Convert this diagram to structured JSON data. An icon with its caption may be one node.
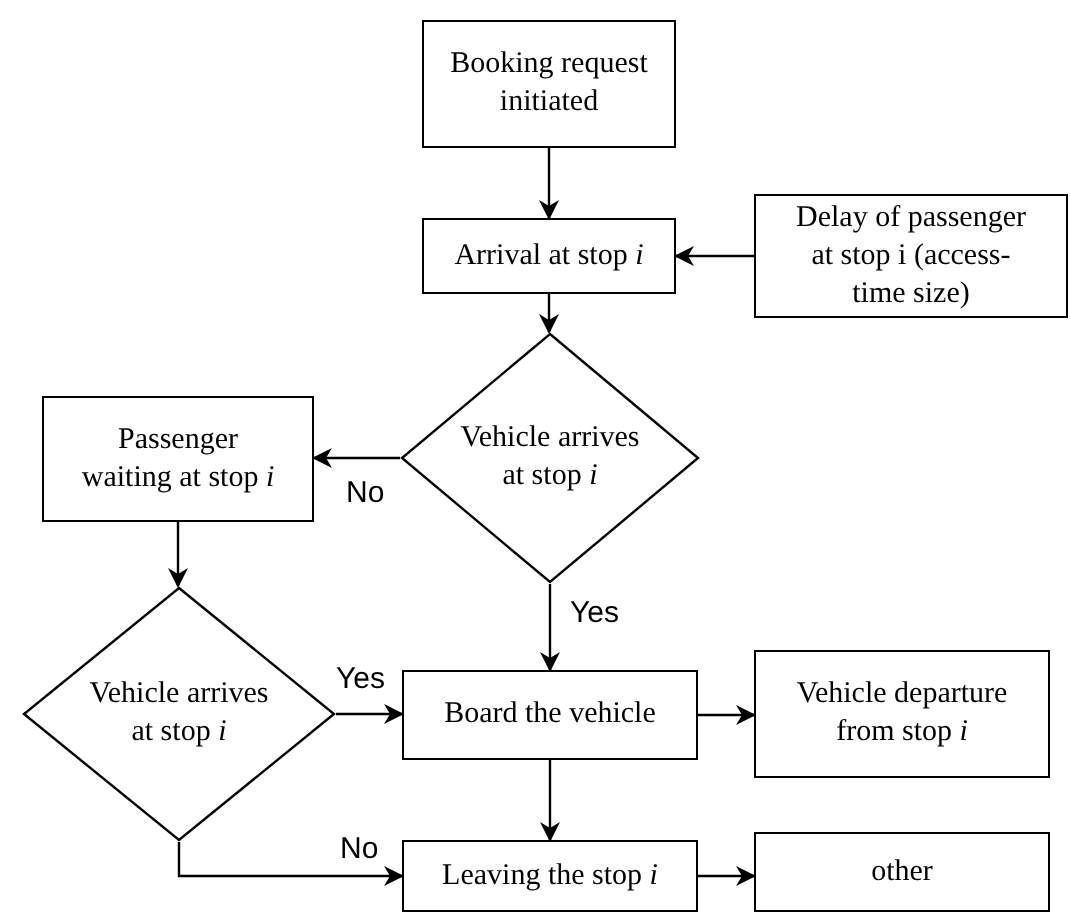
{
  "diagram": {
    "nodes": [
      {
        "text": [
          "Booking request initiated"
        ]
      },
      {
        "text": [
          "Arrival at stop *i*"
        ]
      },
      {
        "text": [
          "Delay of passenger at stop i (access-time size)"
        ]
      },
      {
        "text": [
          "Vehicle arrives at stop *i*"
        ]
      },
      {
        "text": [
          "Passenger waiting at stop *i*"
        ]
      },
      {
        "text": [
          "Vehicle arrives at stop *i*"
        ]
      },
      {
        "text": [
          "Board the vehicle"
        ]
      },
      {
        "text": [
          "Vehicle departure from stop *i*"
        ]
      },
      {
        "text": [
          "Leaving the stop *i*"
        ]
      },
      {
        "text": [
          "other"
        ]
      }
    ],
    "edges": [
      {
        "from": 0,
        "to": 1,
        "arrow": "to"
      },
      {
        "from": 2,
        "to": 1,
        "arrow": "to"
      },
      {
        "from": 1,
        "to": 3,
        "arrow": "to"
      },
      {
        "from": 3,
        "to": 4,
        "arrow": "to",
        "label": "No"
      },
      {
        "from": 3,
        "to": 6,
        "arrow": "to",
        "label": "Yes"
      },
      {
        "from": 4,
        "to": 5,
        "arrow": "to"
      },
      {
        "from": 5,
        "to": 6,
        "arrow": "to",
        "label": "Yes"
      },
      {
        "from": 6,
        "to": 7,
        "arrow": "to"
      },
      {
        "from": 6,
        "to": 8,
        "arrow": "to"
      },
      {
        "from": 5,
        "to": 8,
        "arrow": "to",
        "label": "No"
      },
      {
        "from": 8,
        "to": 9,
        "arrow": "to"
      }
    ]
  }
}
